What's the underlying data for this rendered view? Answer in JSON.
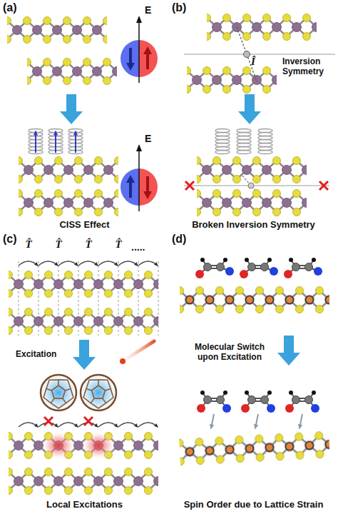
{
  "diagram": {
    "labels": [
      "(a)",
      "E",
      "(b)",
      "Inversion Symmetry",
      "Î",
      "E",
      "CISS Effect",
      "Broken Inversion Symmetry",
      "(c)",
      "T̂",
      "T̂",
      "T̂",
      "T̂",
      ".....",
      "(d)",
      "Excitation",
      "Molecular Switch upon Excitation",
      "Local Excitations",
      "Spin Order due to Lattice Strain"
    ]
  }
}
